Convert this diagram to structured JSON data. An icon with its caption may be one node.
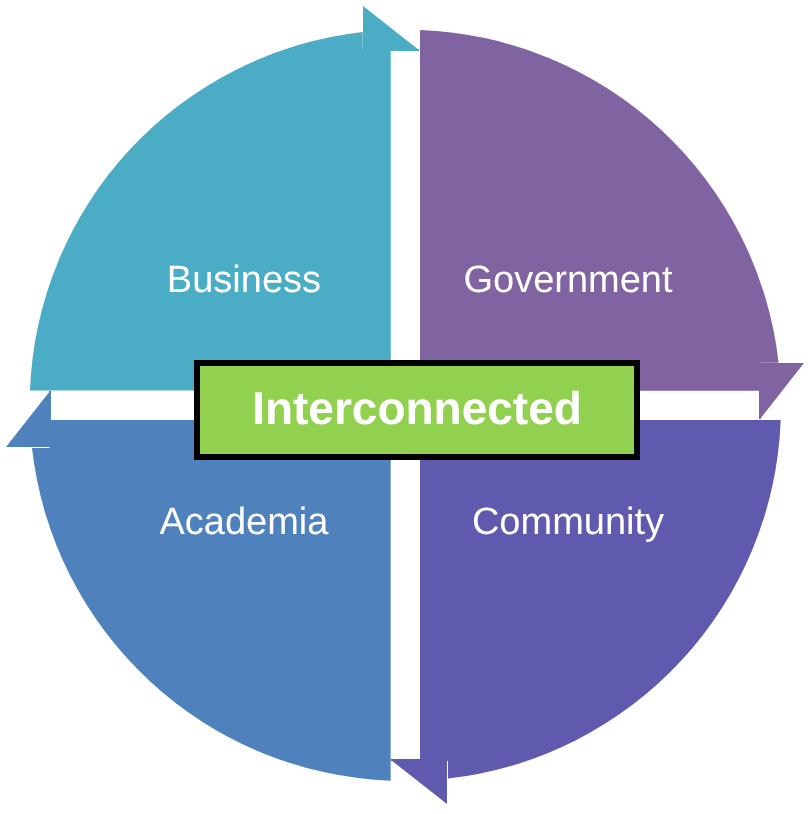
{
  "diagram": {
    "nodes": [
      {
        "text": [
          "Business"
        ]
      },
      {
        "text": [
          "Government"
        ]
      },
      {
        "text": [
          "Interconnected"
        ]
      },
      {
        "text": [
          "Academia"
        ]
      },
      {
        "text": [
          "Community"
        ]
      }
    ],
    "edges": [
      {
        "from": 0,
        "to": 1,
        "arrow": "to",
        "color": "#4bacc6"
      },
      {
        "from": 1,
        "to": 4,
        "arrow": "to",
        "color": "#8064a2"
      },
      {
        "from": 4,
        "to": 3,
        "arrow": "to",
        "color": "#5f5aad"
      },
      {
        "from": 3,
        "to": 0,
        "arrow": "to",
        "color": "#4f81bd"
      }
    ]
  }
}
